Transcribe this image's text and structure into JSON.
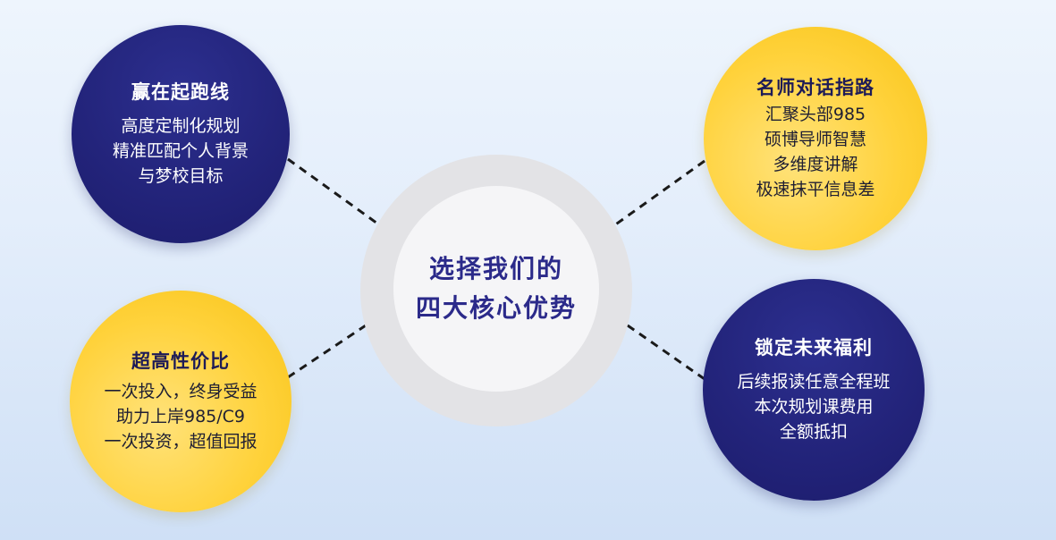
{
  "center": {
    "line1": "选择我们的",
    "line2": "四大核心优势"
  },
  "nodes": {
    "top_left": {
      "title": "赢在起跑线",
      "lines": [
        "高度定制化规划",
        "精准匹配个人背景",
        "与梦校目标"
      ]
    },
    "top_right": {
      "title": "名师对话指路",
      "lines": [
        "汇聚头部985",
        "硕博导师智慧",
        "多维度讲解",
        "极速抹平信息差"
      ]
    },
    "bottom_left": {
      "title": "超高性价比",
      "lines": [
        "一次投入，终身受益",
        "助力上岸985/C9",
        "一次投资，超值回报"
      ]
    },
    "bottom_right": {
      "title": "锁定未来福利",
      "lines": [
        "后续报读任意全程班",
        "本次规划课费用",
        "全额抵扣"
      ]
    }
  },
  "colors": {
    "navy": "#23247b",
    "gold": "#ffd23b",
    "center_text": "#2b2a8a",
    "ring": "#e3e3e6"
  }
}
